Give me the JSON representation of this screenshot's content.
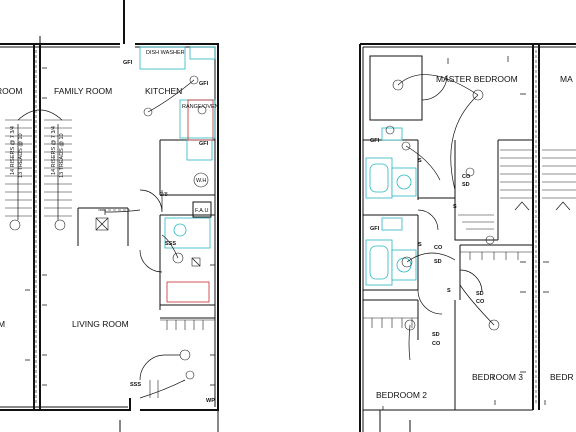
{
  "left_plan": {
    "rooms": {
      "room_partial": "ROOM",
      "family_room": "FAMILY ROOM",
      "kitchen": "KITCHEN",
      "living_room": "LIVING ROOM",
      "m_partial": "M"
    },
    "fixtures": {
      "dish_washer": "DISH WASHER",
      "range_oven": "RANGE/OVEN",
      "water_heater": "W.H",
      "fau": "F.A.U",
      "size_28": "2/8"
    },
    "codes": {
      "gfi_dish": "GFI",
      "gfi_kitchen_1": "GFI",
      "gfi_kitchen_2": "GFI",
      "sss_hall": "SSS",
      "sss_entry": "SSS",
      "wp": "WP"
    },
    "stair_labels": {
      "risers_up_left": "14 RISERS @ 7 3/4",
      "risers_up_right": "14 RISERS @ 7 3/4",
      "treads_left": "13 TREADS @ 10",
      "treads_right": "13 TREADS @ 10"
    }
  },
  "right_plan": {
    "rooms": {
      "master_bedroom": "MASTER BEDROOM",
      "bedroom_2": "BEDROOM 2",
      "bedroom_3": "BEDROOM 3",
      "bedroom_partial": "BEDR",
      "ma_partial": "MA"
    },
    "codes": {
      "gfi_bath_1": "GFI",
      "gfi_bath_2": "GFI",
      "co_1": "CO",
      "sd_1": "SD",
      "co_2": "CO",
      "sd_2": "SD",
      "sd_3": "SD",
      "co_3": "CO",
      "sd_4": "SD",
      "co_4": "CO",
      "s_1": "S",
      "s_2": "S",
      "s_3": "S",
      "s_4": "S"
    }
  },
  "colors": {
    "line": "#111111",
    "fixture_cyan": "#25b8c4",
    "fixture_red": "#c62b2b",
    "background": "#ffffff"
  }
}
